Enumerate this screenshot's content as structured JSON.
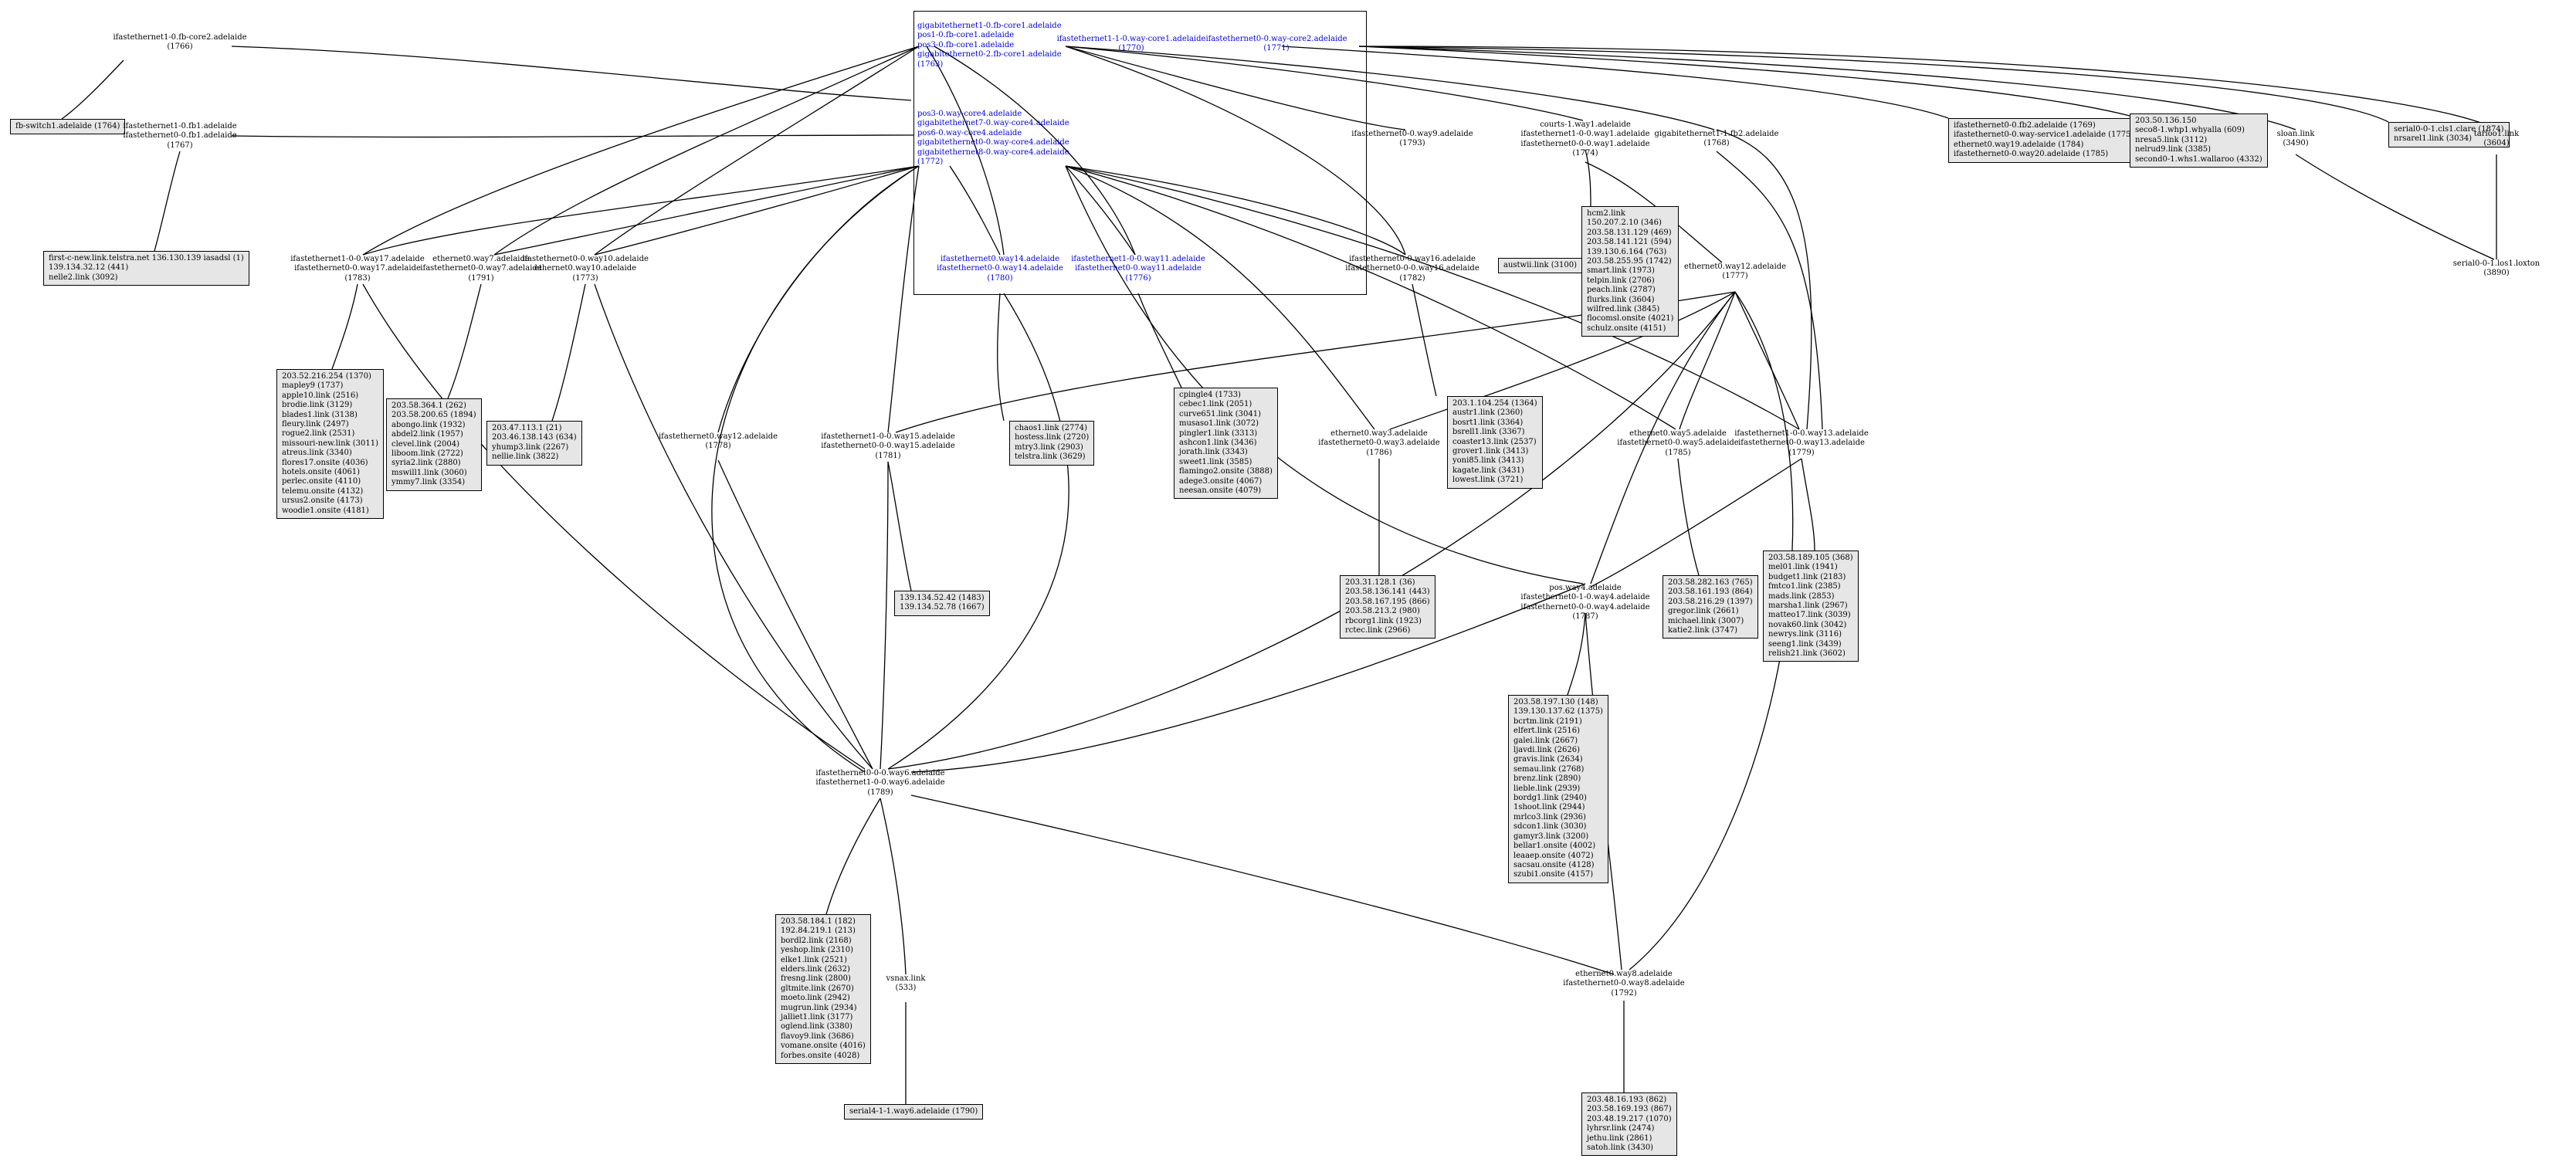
{
  "nodes": [
    {
      "id": "n1766",
      "text": [
        "ifastethernet1-0.fb-core2.adelaide",
        "(1766)"
      ],
      "style": "plain"
    },
    {
      "id": "n1764",
      "text": [
        "fb-switch1.adelaide (1764)"
      ],
      "style": "box"
    },
    {
      "id": "n1767",
      "text": [
        "ifastethernet1-0.fb1.adelaide",
        "ifastethernet0-0.fb1.adelaide",
        "(1767)"
      ],
      "style": "plain"
    },
    {
      "id": "n_first",
      "text": [
        "first-c-new.link.telstra.net 136.130.139 iasadsl (1)",
        "139.134.32.12 (441)",
        "nelle2.link (3092)"
      ],
      "style": "box"
    },
    {
      "id": "n1783",
      "text": [
        "ifastethernet1-0-0.way17.adelaide",
        "ifastethernet0-0.way17.adelaide",
        "(1783)"
      ],
      "style": "plain"
    },
    {
      "id": "n1783b",
      "text": [
        "203.52.216.254 (1370)",
        "mapley9 (1737)",
        "apple10.link (2516)",
        "brodie.link (3129)",
        "blades1.link (3138)",
        "fleury.link (2497)",
        "rogue2.link (2531)",
        "missouri-new.link (3011)",
        "atreus.link (3340)",
        "flores17.onsite (4036)",
        "hotels.onsite (4061)",
        "perlec.onsite (4110)",
        "telemu.onsite (4132)",
        "ursus2.onsite (4173)",
        "woodie1.onsite (4181)"
      ],
      "style": "box"
    },
    {
      "id": "n1791",
      "text": [
        "ethernet0.way7.adelaide",
        "ifastethernet0-0.way7.adelaide",
        "(1791)"
      ],
      "style": "plain"
    },
    {
      "id": "n1791b",
      "text": [
        "203.58.364.1 (262)",
        "203.58.200.65 (1894)",
        "abongo.link (1932)",
        "abdel2.link (1957)",
        "clevel.link (2004)",
        "liboom.link (2722)",
        "syria2.link (2880)",
        "mswill1.link (3060)",
        "ymmy7.link (3354)"
      ],
      "style": "box"
    },
    {
      "id": "n1773",
      "text": [
        "ifastethernet0-0.way10.adelaide",
        "ethernet0.way10.adelaide",
        "(1773)"
      ],
      "style": "plain"
    },
    {
      "id": "n1773b",
      "text": [
        "203.47.113.1 (21)",
        "203.46.138.143 (634)",
        "yhump3.link (2267)",
        "nellie.link (3822)"
      ],
      "style": "box"
    },
    {
      "id": "n1778",
      "text": [
        "ifastethernet0.way12.adelaide",
        "(1778)"
      ],
      "style": "plain"
    },
    {
      "id": "n1763",
      "text": [
        "gigabitethernet1-0.fb-core1.adelaide",
        "pos1-0.fb-core1.adelaide",
        "pos3-0.fb-core1.adelaide",
        "gigabitethernet0-2.fb-core1.adelaide",
        "(1763)"
      ],
      "style": "cluster-left"
    },
    {
      "id": "n1770",
      "text": [
        "ifastethernet1-1-0.way-core1.adelaide",
        "(1770)"
      ],
      "style": "cluster"
    },
    {
      "id": "n1771",
      "text": [
        "ifastethernet0-0.way-core2.adelaide",
        "(1771)"
      ],
      "style": "cluster"
    },
    {
      "id": "n1772",
      "text": [
        "pos3-0.way-core4.adelaide",
        "gigabitethernet7-0.way-core4.adelaide",
        "pos6-0.way-core4.adelaide",
        "gigabitethernet0-0.way-core4.adelaide",
        "gigabitethernet8-0.way-core4.adelaide",
        "(1772)"
      ],
      "style": "cluster-left"
    },
    {
      "id": "n1780",
      "text": [
        "ifastethernet0.way14.adelaide",
        "ifastethernet0-0.way14.adelaide",
        "(1780)"
      ],
      "style": "cluster"
    },
    {
      "id": "n1776",
      "text": [
        "ifastethernet1-0-0.way11.adelaide",
        "ifastethernet0-0.way11.adelaide",
        "(1776)"
      ],
      "style": "cluster"
    },
    {
      "id": "n1781",
      "text": [
        "ifastethernet1-0-0.way15.adelaide",
        "ifastethernet0-0-0.way15.adelaide",
        "(1781)"
      ],
      "style": "plain"
    },
    {
      "id": "n1781b",
      "text": [
        "139.134.52.42 (1483)",
        "139.134.52.78 (1667)"
      ],
      "style": "box"
    },
    {
      "id": "n1780b",
      "text": [
        "chaos1.link (2774)",
        "hostess.link (2720)",
        "mtry3.link (2903)",
        "telstra.link (3629)"
      ],
      "style": "box"
    },
    {
      "id": "n1776b",
      "text": [
        "cpingle4 (1733)",
        "cebec1.link (2051)",
        "curve651.link (3041)",
        "musaso1.link (3072)",
        "pingler1.link (3313)",
        "ashcon1.link (3436)",
        "jorath.link (3343)",
        "sweet1.link (3585)",
        "flamingo2.onsite (3888)",
        "adege3.onsite (4067)",
        "neesan.onsite (4079)"
      ],
      "style": "box"
    },
    {
      "id": "n1793",
      "text": [
        "ifastethernet0-0.way9.adelaide",
        "(1793)"
      ],
      "style": "plain"
    },
    {
      "id": "n1793b",
      "text": [
        "austwii.link (3100)"
      ],
      "style": "box"
    },
    {
      "id": "n1782",
      "text": [
        "ifastethernet0-0.way16.adelaide",
        "ifastethernet0-0-0.way16.adelaide",
        "(1782)"
      ],
      "style": "plain"
    },
    {
      "id": "n1782b",
      "text": [
        "203.1.104.254 (1364)",
        "austr1.link (2360)",
        "bosrt1.link (3364)",
        "bsrell1.link (3367)",
        "coaster13.link (2537)",
        "grover1.link (3413)",
        "yoni85.link (3413)",
        "kagate.link (3431)",
        "lowest.link (3721)"
      ],
      "style": "box"
    },
    {
      "id": "n1786",
      "text": [
        "ethernet0.way3.adelaide",
        "ifastethernet0-0.way3.adelaide",
        "(1786)"
      ],
      "style": "plain"
    },
    {
      "id": "n1786b",
      "text": [
        "203.31.128.1 (36)",
        "203.58.136.141 (443)",
        "203.58.167.195 (866)",
        "203.58.213.2 (980)",
        "rbcorg1.link (1923)",
        "rctec.link (2966)"
      ],
      "style": "box"
    },
    {
      "id": "n1774",
      "text": [
        "courts-1.way1.adelaide",
        "ifastethernet1-0-0.way1.adelaide",
        "ifastethernet0-0-0.way1.adelaide",
        "(1774)"
      ],
      "style": "plain"
    },
    {
      "id": "n1774b",
      "text": [
        "hcm2.link",
        "150.207.2.10 (346)",
        "203.58.131.129 (469)",
        "203.58.141.121 (594)",
        "139.130.6.164 (763)",
        "203.58.255.95 (1742)",
        "smart.link (1973)",
        "telpin.link (2706)",
        "peach.link (2787)",
        "flurks.link (3604)",
        "wilfred.link (3845)",
        "flocomsl.onsite (4021)",
        "schulz.onsite (4151)"
      ],
      "style": "box"
    },
    {
      "id": "n1768",
      "text": [
        "gigabitethernet1-1.fb2.adelaide",
        "(1768)"
      ],
      "style": "plain"
    },
    {
      "id": "n1777",
      "text": [
        "ethernet0.way12.adelaide",
        "(1777)"
      ],
      "style": "plain"
    },
    {
      "id": "n1785",
      "text": [
        "ethernet0.way5.adelaide",
        "ifastethernet0-0.way5.adelaide",
        "(1785)"
      ],
      "style": "plain"
    },
    {
      "id": "n1785b",
      "text": [
        "203.58.282.163 (765)",
        "203.58.161.193 (864)",
        "203.58.216.29 (1397)",
        "gregor.link (2661)",
        "michael.link (3007)",
        "katie2.link (3747)"
      ],
      "style": "box"
    },
    {
      "id": "n1779",
      "text": [
        "ifastethernet1-0-0.way13.adelaide",
        "ifastethernet0-0.way13.adelaide",
        "(1779)"
      ],
      "style": "plain"
    },
    {
      "id": "n1779b",
      "text": [
        "203.58.189.105 (368)",
        "mel01.link (1941)",
        "budget1.link (2183)",
        "fmtco1.link (2385)",
        "mads.link (2853)",
        "marsha1.link (2967)",
        "matteo17.link (3039)",
        "novak60.link (3042)",
        "newrys.link (3116)",
        "seeng1.link (3439)",
        "relish21.link (3602)"
      ],
      "style": "box"
    },
    {
      "id": "n1787",
      "text": [
        "pos.way4.adelaide",
        "ifastethernet0-1-0.way4.adelaide",
        "ifastethernet0-0-0.way4.adelaide",
        "(1787)"
      ],
      "style": "plain"
    },
    {
      "id": "n1787b",
      "text": [
        "203.58.197.130 (148)",
        "139.130.137.62 (1375)",
        "bcrtm.link (2191)",
        "elfert.link (2516)",
        "galei.link (2667)",
        "ljavdi.link (2626)",
        "gravis.link (2634)",
        "semau.link (2768)",
        "brenz.link (2890)",
        "lieble.link (2939)",
        "bordg1.link (2940)",
        "1shoot.link (2944)",
        "mrlco3.link (2936)",
        "sdcon1.link (3030)",
        "gamyr3.link (3200)",
        "bellar1.onsite (4002)",
        "leaaep.onsite (4072)",
        "sacsau.onsite (4128)",
        "szubi1.onsite (4157)"
      ],
      "style": "box"
    },
    {
      "id": "n_tier",
      "text": [
        "ifastethernet0-0.fb2.adelaide (1769)",
        "ifastethernet0-0.way-service1.adelaide (1775)",
        "ethernet0.way19.adelaide (1784)",
        "ifastethernet0-0.way20.adelaide (1785)"
      ],
      "style": "box"
    },
    {
      "id": "n_right1",
      "text": [
        "203.50.136.150",
        "seco8-1.whp1.whyalla (609)",
        "nresa5.link (3112)",
        "nelrud9.link (3385)",
        "second0-1.whs1.wallaroo (4332)"
      ],
      "style": "box"
    },
    {
      "id": "n_sloan",
      "text": [
        "sloan.link",
        "(3490)"
      ],
      "style": "plain"
    },
    {
      "id": "n_right2",
      "text": [
        "serial0-0-1.cls1.clare (1874)",
        "nrsarel1.link (3034)"
      ],
      "style": "box"
    },
    {
      "id": "n_tarloo",
      "text": [
        "tarloo1.link",
        "(3604)"
      ],
      "style": "plain"
    },
    {
      "id": "n_serial",
      "text": [
        "serial0-0-1.los1.loxton",
        "(3890)"
      ],
      "style": "plain"
    },
    {
      "id": "n1789",
      "text": [
        "ifastethernet0-0-0.way6.adelaide",
        "ifastethernet1-0-0.way6.adelaide",
        "(1789)"
      ],
      "style": "plain"
    },
    {
      "id": "n1789b",
      "text": [
        "203.58.184.1 (182)",
        "192.84.219.1 (213)",
        "bordl2.link (2168)",
        "yeshop.link (2310)",
        "elke1.link (2521)",
        "elders.link (2632)",
        "fresng.link (2800)",
        "gltmite.link (2670)",
        "moeto.link (2942)",
        "mugrun.link (2934)",
        "jalliet1.link (3177)",
        "oglend.link (3380)",
        "flavoy9.link (3686)",
        "vomane.onsite (4016)",
        "forbes.onsite (4028)"
      ],
      "style": "box"
    },
    {
      "id": "n_vsnax",
      "text": [
        "vsnax.link",
        "(533)"
      ],
      "style": "plain"
    },
    {
      "id": "n1790",
      "text": [
        "serial4-1-1.way6.adelaide (1790)"
      ],
      "style": "box"
    },
    {
      "id": "n1792",
      "text": [
        "ethernet0.way8.adelaide",
        "ifastethernet0-0.way8.adelaide",
        "(1792)"
      ],
      "style": "plain"
    },
    {
      "id": "n1792b",
      "text": [
        "203.48.16.193 (862)",
        "203.58.169.193 (867)",
        "203.48.19.217 (1070)",
        "lyhrsr.link (2474)",
        "jethu.link (2861)",
        "satoh.link (3430)"
      ],
      "style": "box"
    }
  ]
}
